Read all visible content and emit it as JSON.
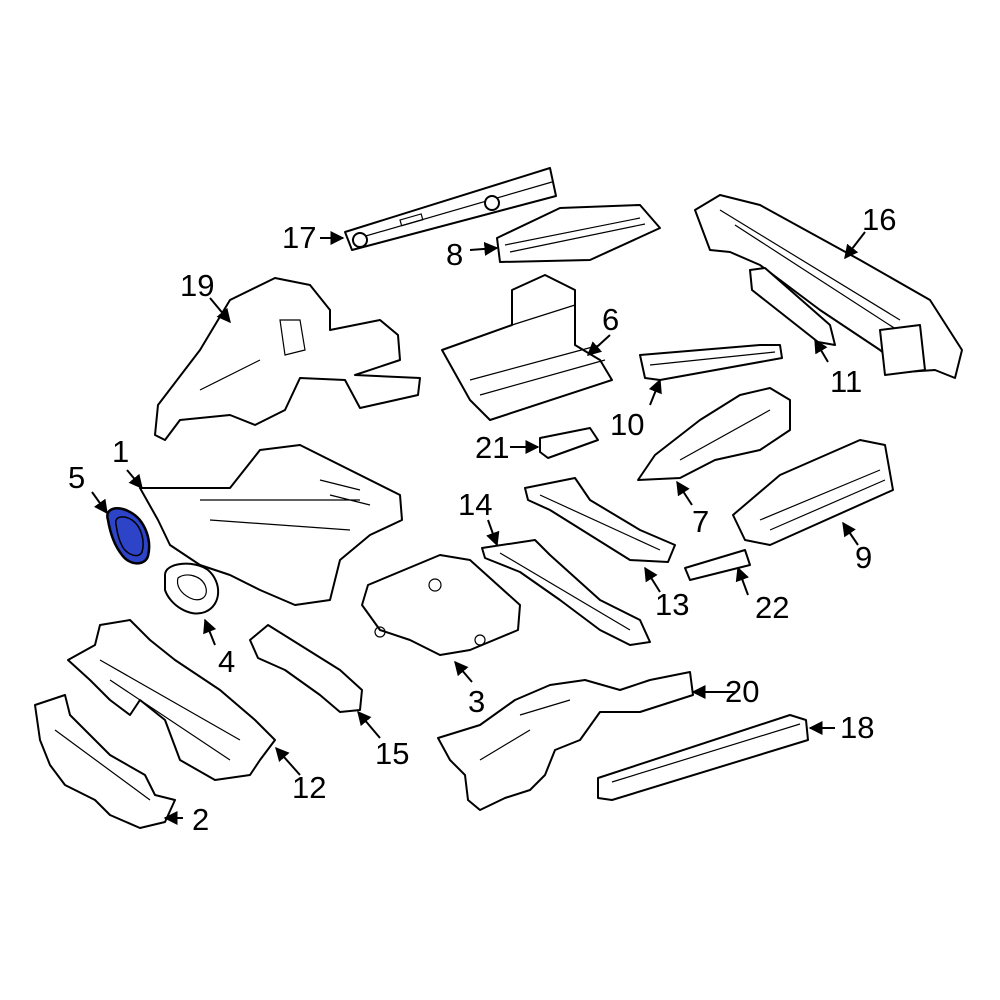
{
  "colors": {
    "highlight": "#2d44c9",
    "line": "#000000",
    "background": "#ffffff"
  },
  "callouts": {
    "p1": "1",
    "p2": "2",
    "p3": "3",
    "p4": "4",
    "p5": "5",
    "p6": "6",
    "p7": "7",
    "p8": "8",
    "p9": "9",
    "p10": "10",
    "p11": "11",
    "p12": "12",
    "p13": "13",
    "p14": "14",
    "p15": "15",
    "p16": "16",
    "p17": "17",
    "p18": "18",
    "p19": "19",
    "p20": "20",
    "p21": "21",
    "p22": "22"
  }
}
